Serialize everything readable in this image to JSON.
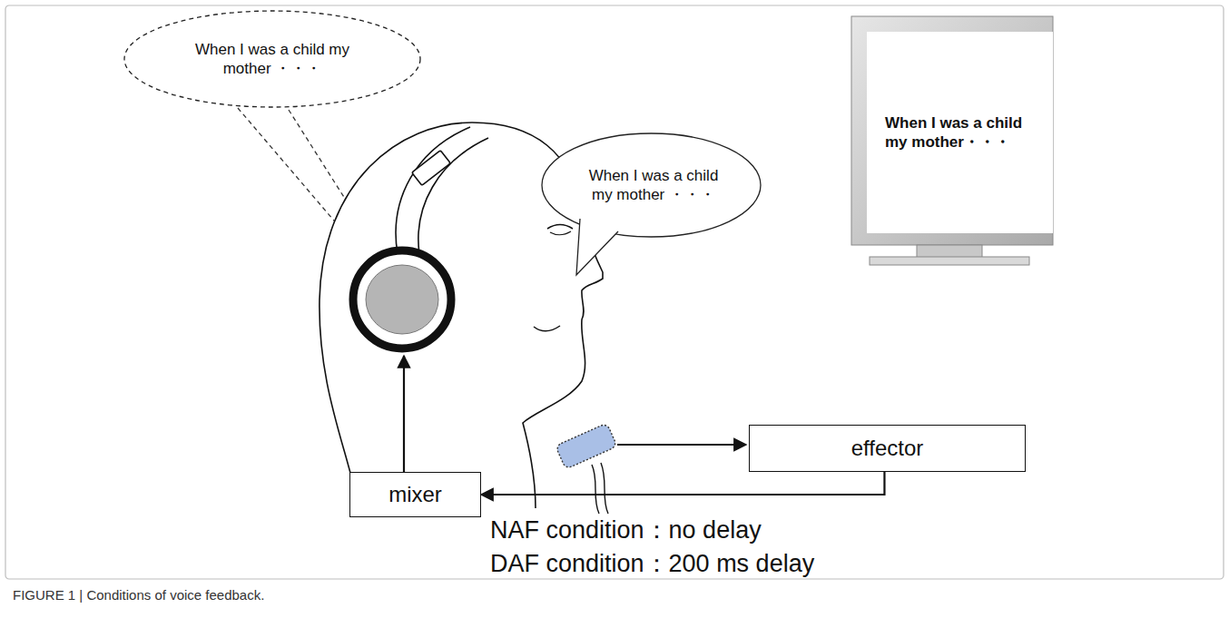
{
  "diagram": {
    "caption": "FIGURE 1 | Conditions of voice feedback.",
    "nodes": [
      {
        "text": [
          "When I was a child my mother ・・・"
        ]
      },
      {
        "text": [
          "When I was a child my mother ・・・"
        ]
      },
      {
        "text": [
          "When I was a child my mother・・・"
        ]
      },
      {
        "text": [
          "effector"
        ]
      },
      {
        "text": [
          "mixer"
        ]
      }
    ],
    "edges": [
      {
        "from": 3,
        "to": 4,
        "arrow": "to"
      }
    ],
    "labels": [
      "NAF condition：no delay",
      "DAF condition：200 ms delay"
    ]
  }
}
